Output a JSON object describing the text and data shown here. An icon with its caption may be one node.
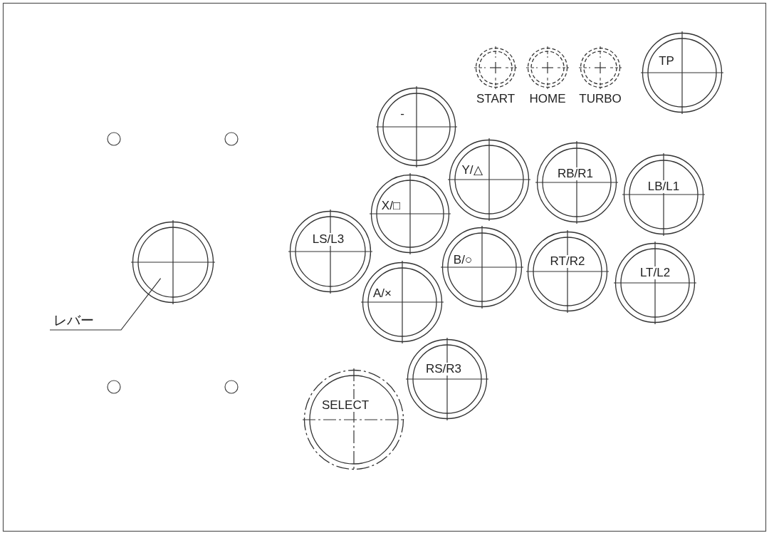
{
  "diagram": {
    "nodes": [
      {
        "text": [
          "START"
        ]
      },
      {
        "text": [
          "HOME"
        ]
      },
      {
        "text": [
          "TURBO"
        ]
      },
      {
        "text": [
          "TP"
        ]
      },
      {
        "text": [
          "-"
        ]
      },
      {
        "text": [
          "Y/△"
        ]
      },
      {
        "text": [
          "RB/R1"
        ]
      },
      {
        "text": [
          "LB/L1"
        ]
      },
      {
        "text": [
          "X/□"
        ]
      },
      {
        "text": [
          "LS/L3"
        ]
      },
      {
        "text": [
          "B/○"
        ]
      },
      {
        "text": [
          "RT/R2"
        ]
      },
      {
        "text": [
          "LT/L2"
        ]
      },
      {
        "text": [],
        "shape": "circle"
      },
      {
        "text": [
          "レバー"
        ]
      },
      {
        "text": [
          "A/×"
        ]
      },
      {
        "text": [
          "RS/R3"
        ]
      },
      {
        "text": [
          "SELECT"
        ]
      }
    ],
    "edges": [
      {
        "from": 14,
        "to": 13,
        "arrow": "none"
      }
    ]
  }
}
